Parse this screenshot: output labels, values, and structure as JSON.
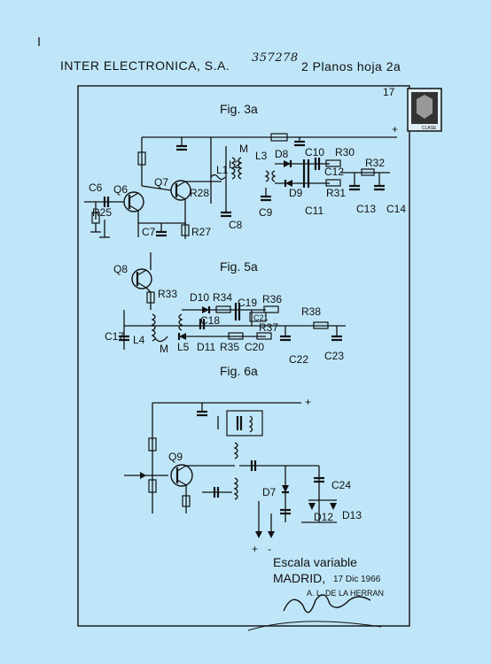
{
  "header": {
    "company": "INTER ELECTRONICA, S.A.",
    "number": "357278",
    "plan_info": "2 Planos hoja 2a",
    "stamp_code": "17"
  },
  "figures": {
    "fig3a": {
      "title": "Fig. 3a",
      "labels": [
        "C6",
        "Q6",
        "Q7",
        "R25",
        "C7",
        "R27",
        "R28",
        "L1",
        "L2",
        "M",
        "L3",
        "D8",
        "C10",
        "R30",
        "C12",
        "D9",
        "R31",
        "C9",
        "C11",
        "C8",
        "R32",
        "C13",
        "C14",
        "+"
      ]
    },
    "fig5a": {
      "title": "Fig. 5a",
      "labels": [
        "Q8",
        "R33",
        "D10",
        "R34",
        "C19",
        "R36",
        "C18",
        "C21",
        "C17",
        "L4",
        "M",
        "L5",
        "D11",
        "R35",
        "C20",
        "R37",
        "R38",
        "C22",
        "C23"
      ]
    },
    "fig6a": {
      "title": "Fig. 6a",
      "labels": [
        "+",
        "Q9",
        "D7",
        "C24",
        "D12",
        "D13",
        "+",
        "-"
      ]
    }
  },
  "footer": {
    "scale": "Escala variable",
    "place": "MADRID,",
    "date": "17 Dic 1966",
    "signatory": "A. L. DE LA HERRAN"
  }
}
